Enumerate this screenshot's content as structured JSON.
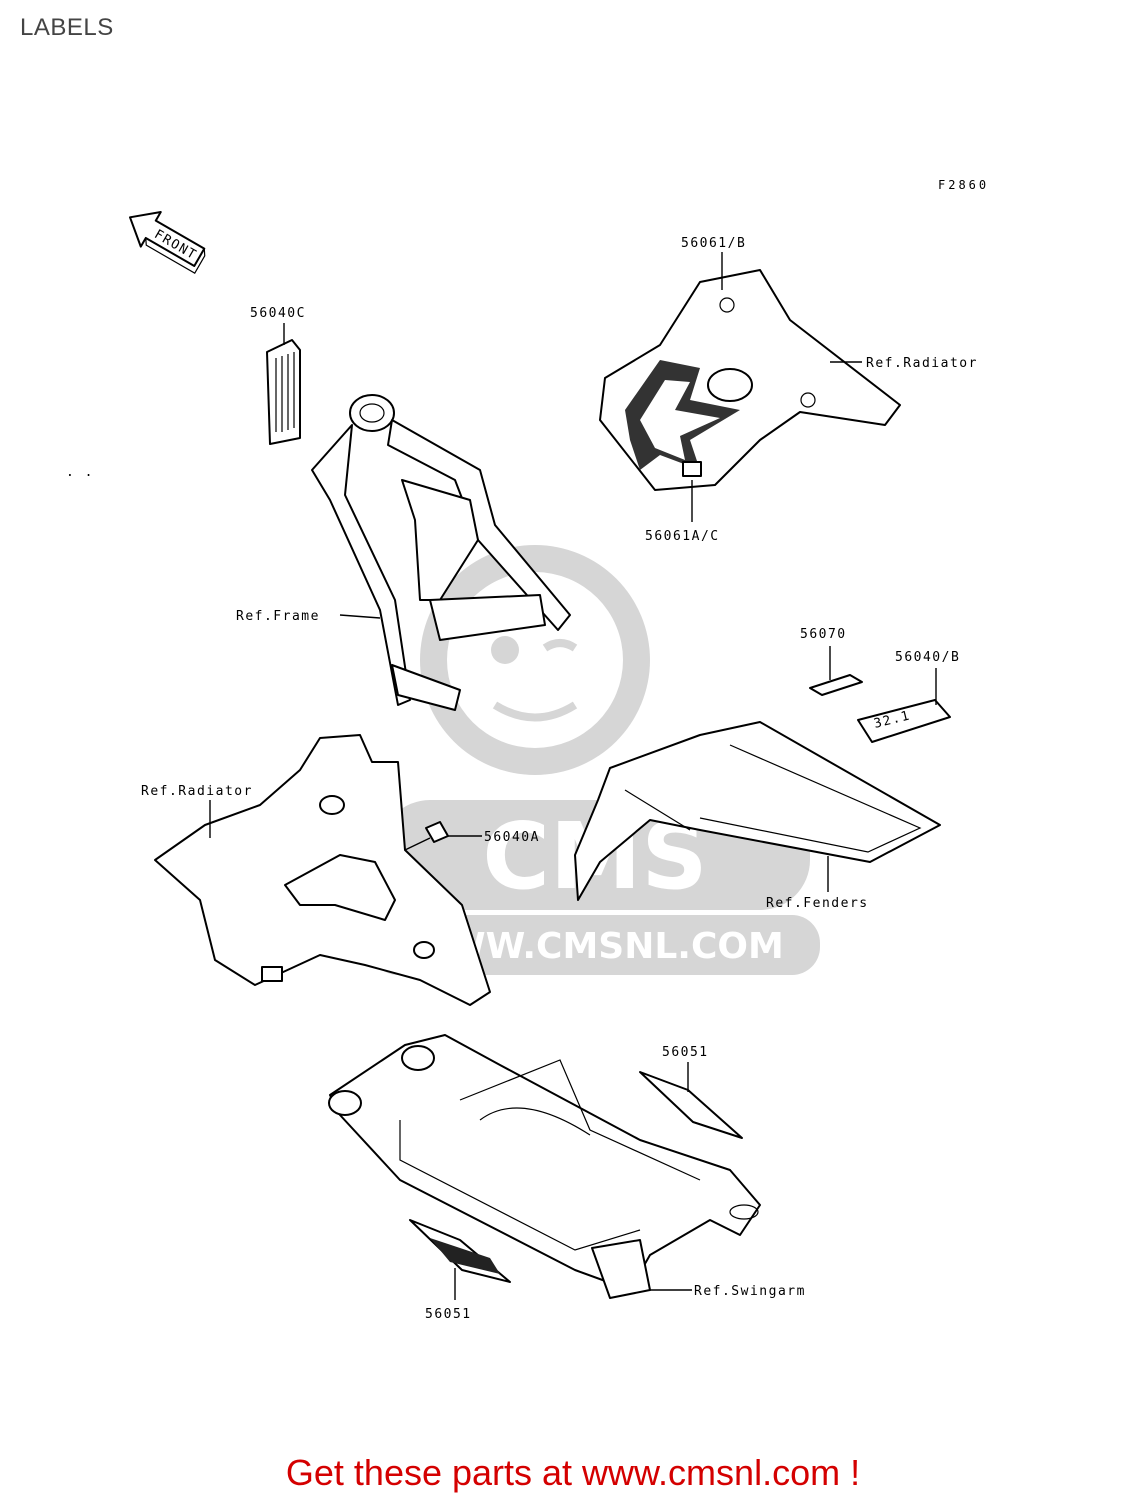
{
  "page": {
    "title": "LABELS",
    "figure_code": "F2860"
  },
  "watermark": {
    "brand": "CMS",
    "url": "WWW.CMSNL.COM"
  },
  "front_arrow": {
    "label": "FRONT"
  },
  "callouts": {
    "c_56061B": "56061/B",
    "c_ref_radiator_top": "Ref.Radiator",
    "c_56061AC": "56061A/C",
    "c_56040C": "56040C",
    "c_ref_frame": "Ref.Frame",
    "c_56070": "56070",
    "c_56040B": "56040/B",
    "c_ref_radiator_left": "Ref.Radiator",
    "c_56040A": "56040A",
    "c_ref_fenders": "Ref.Fenders",
    "c_56051_top": "56051",
    "c_ref_swingarm": "Ref.Swingarm",
    "c_56051_bottom": "56051"
  },
  "decals": {
    "caution_plate": "32.1"
  },
  "footer": {
    "text": "Get these parts at www.cmsnl.com !"
  }
}
